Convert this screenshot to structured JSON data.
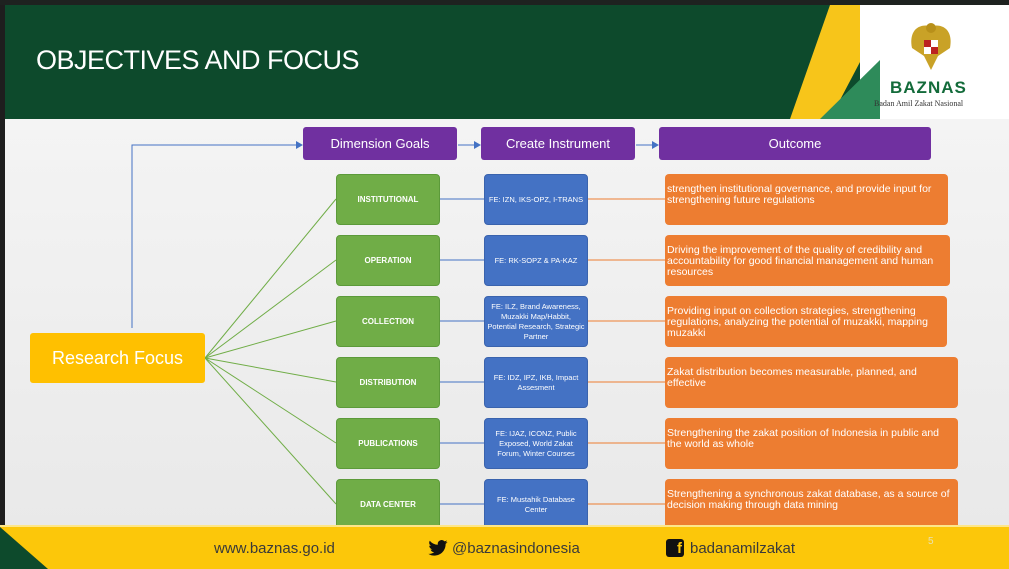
{
  "slide": {
    "title": "OBJECTIVES AND FOCUS",
    "page_number": "5"
  },
  "logo": {
    "name": "BAZNAS",
    "subtitle": "Badan Amil Zakat Nasional"
  },
  "headers": {
    "dimension": "Dimension Goals",
    "instrument": "Create Instrument",
    "outcome": "Outcome"
  },
  "root": "Research Focus",
  "rows": [
    {
      "goal": "INSTITUTIONAL",
      "instrument": "FE: IZN, IKS-OPZ, I-TRANS",
      "outcome": "strengthen institutional governance, and provide input for strengthening future regulations"
    },
    {
      "goal": "OPERATION",
      "instrument": "FE: RK-SOPZ & PA-KAZ",
      "outcome": "Driving the improvement of the quality of credibility and accountability for good financial management and human resources"
    },
    {
      "goal": "COLLECTION",
      "instrument": "FE: ILZ, Brand Awareness, Muzakki Map/Habbit, Potential Research, Strategic Partner",
      "outcome": "Providing input on collection strategies, strengthening regulations, analyzing the potential of muzakki, mapping muzakki"
    },
    {
      "goal": "DISTRIBUTION",
      "instrument": "FE: IDZ, IPZ, IKB, Impact Assesment",
      "outcome": "Zakat distribution becomes measurable, planned, and effective"
    },
    {
      "goal": "PUBLICATIONS",
      "instrument": "FE: IJAZ, ICONZ, Public Exposed, World Zakat Forum, Winter Courses",
      "outcome": "Strengthening the zakat position of Indonesia in public and the world as whole"
    },
    {
      "goal": "DATA CENTER",
      "instrument": "FE: Mustahik Database Center",
      "outcome": "Strengthening a synchronous zakat database, as a source of decision making through data mining"
    }
  ],
  "footer": {
    "website": "www.baznas.go.id",
    "twitter": "@baznasindonesia",
    "facebook": "badanamilzakat"
  },
  "colors": {
    "header": "#0d4a2c",
    "purple": "#7030a0",
    "green": "#70ad47",
    "blue": "#4472c4",
    "orange": "#ed7d31",
    "yellow": "#ffc000"
  }
}
